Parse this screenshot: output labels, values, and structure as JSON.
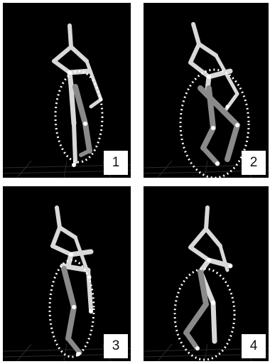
{
  "figure": {
    "panels": [
      {
        "label": "1"
      },
      {
        "label": "2"
      },
      {
        "label": "3"
      },
      {
        "label": "4"
      }
    ],
    "colors": {
      "background": "#000000",
      "bone": "#d9d9d9",
      "highlighted_limb": "#8a8a8a",
      "marker": "#ffffff",
      "ellipse": "#ffffff",
      "badge_background": "#ffffff"
    }
  }
}
